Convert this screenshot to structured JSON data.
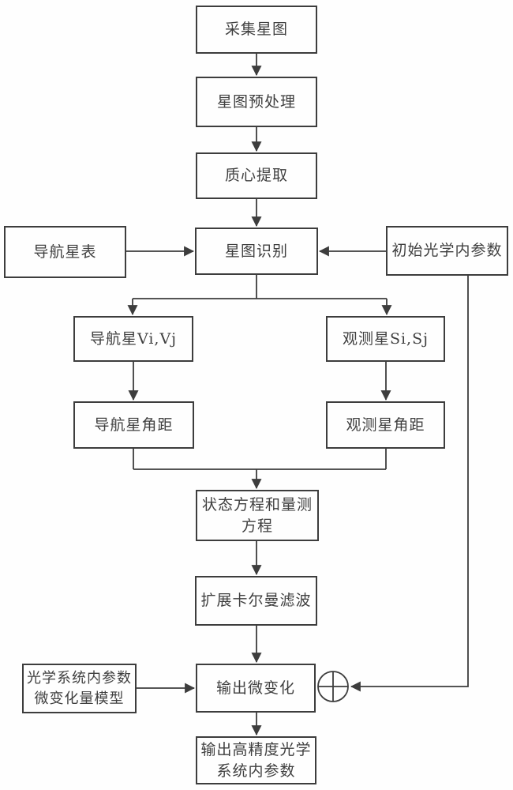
{
  "diagram": {
    "background": "#fefefe",
    "line_color": "#3d3d3d",
    "text_color": "#3f3f3f"
  },
  "nodes": {
    "collect": {
      "label": "采集星图"
    },
    "preprocess": {
      "label": "星图预处理"
    },
    "centroid": {
      "label": "质心提取"
    },
    "identify": {
      "label": "星图识别"
    },
    "catalog": {
      "label": "导航星表"
    },
    "initial_params": {
      "label": "初始光学内参数"
    },
    "nav_stars": {
      "label": "导航星Vi,Vj"
    },
    "obs_stars": {
      "label": "观测星Si,Sj"
    },
    "nav_angle": {
      "label": "导航星角距"
    },
    "obs_angle": {
      "label": "观测星角距"
    },
    "state_equation": {
      "label": "状态方程和量测\n方程"
    },
    "ekf": {
      "label": "扩展卡尔曼滤波"
    },
    "model": {
      "label": "光学系统内参数\n微变化量模型"
    },
    "output_delta": {
      "label": "输出微变化"
    },
    "output_final": {
      "label": "输出高精度光学\n系统内参数"
    }
  },
  "icons": {
    "sum_junction": "circled-plus"
  }
}
